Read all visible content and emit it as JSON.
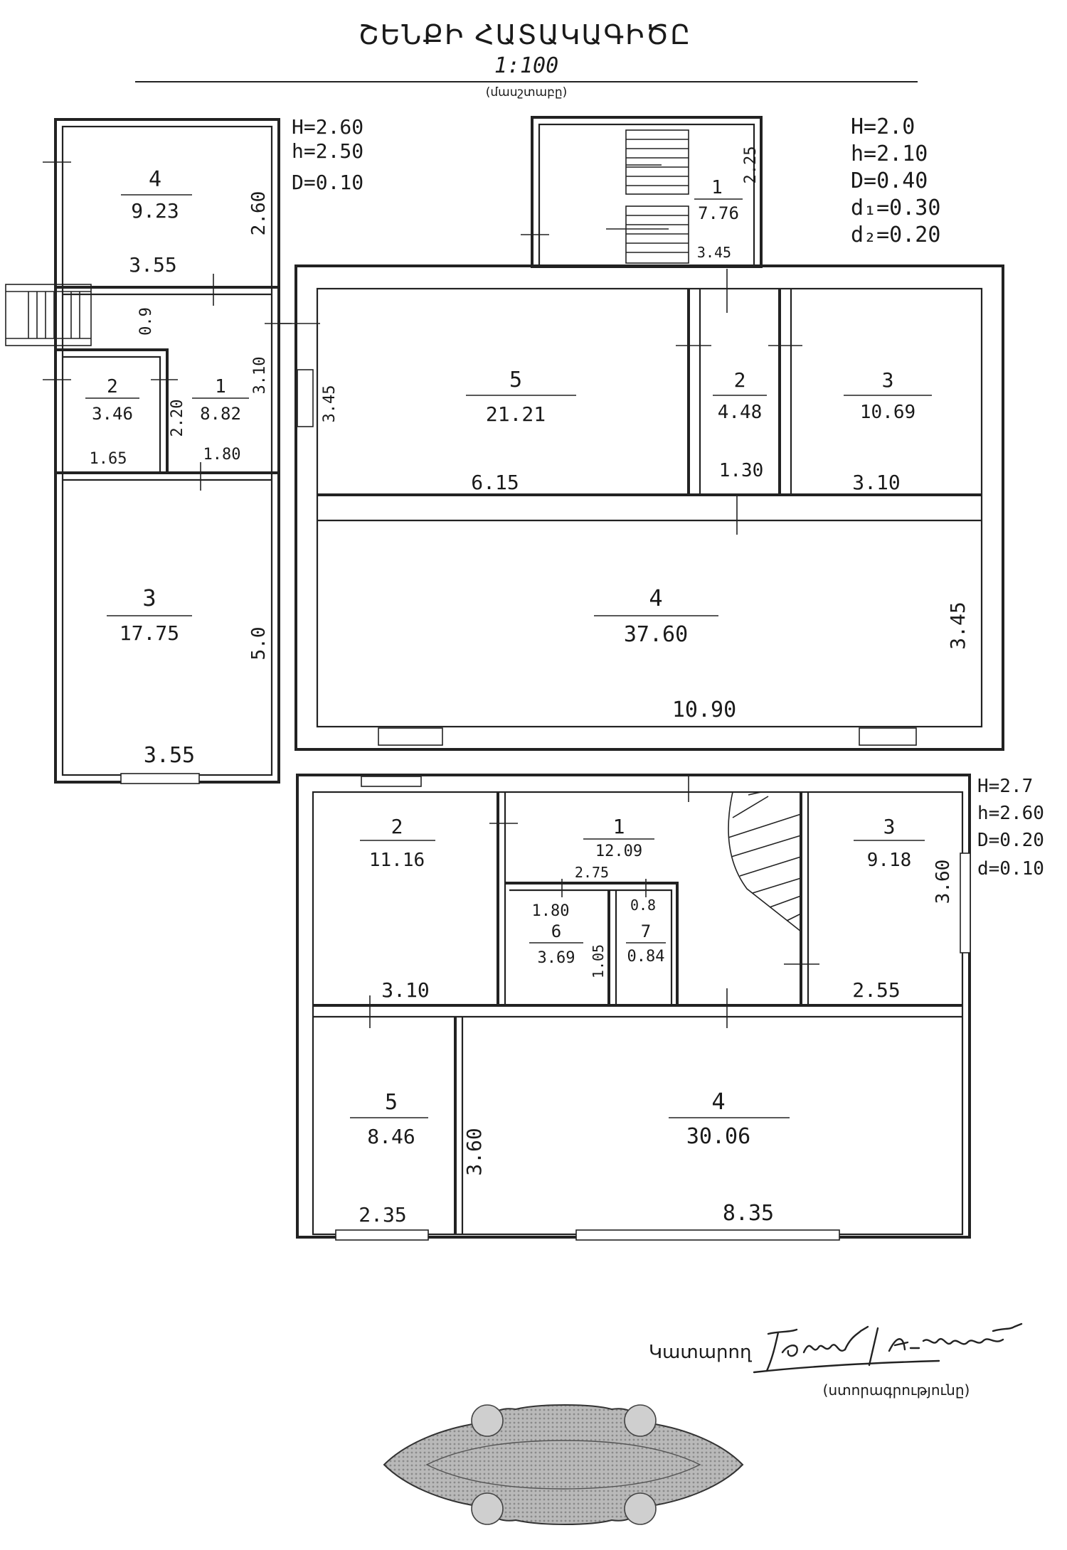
{
  "header": {
    "title": "ՇԵՆՔԻ ՀԱՏԱԿԱԳԻԾԸ",
    "scale": "1:100",
    "scale_caption": "(մասշտաբը)"
  },
  "block_a": {
    "heights": [
      "H=2.60",
      "h=2.50",
      "D=0.10"
    ],
    "rooms": [
      {
        "num": "4",
        "area": "9.23"
      },
      {
        "num": "2",
        "area": "3.46"
      },
      {
        "num": "1",
        "area": "8.82"
      },
      {
        "num": "3",
        "area": "17.75"
      }
    ],
    "dims": {
      "r4_height": "2.60",
      "r4_width": "3.55",
      "stair_gap": "0.9",
      "mid_height": "3.10",
      "r2_height": "2.20",
      "r2_width": "1.65",
      "r1_width": "1.80",
      "r3_height": "5.0",
      "r3_width": "3.55"
    }
  },
  "block_b": {
    "heights": [
      "H=2.0",
      "h=2.10",
      "D=0.40",
      "d₁=0.30",
      "d₂=0.20"
    ],
    "rooms": [
      {
        "num": "1",
        "area": "7.76"
      },
      {
        "num": "5",
        "area": "21.21"
      },
      {
        "num": "2",
        "area": "4.48"
      },
      {
        "num": "3",
        "area": "10.69"
      },
      {
        "num": "4",
        "area": "37.60"
      }
    ],
    "dims": {
      "stair_height": "2.25",
      "stair_width": "3.45",
      "r5_width": "6.15",
      "r5_height": "3.45",
      "r2_width": "1.30",
      "r3_width": "3.10",
      "r4_width": "10.90",
      "r4_height": "3.45"
    }
  },
  "block_c": {
    "heights": [
      "H=2.7",
      "h=2.60",
      "D=0.20",
      "d=0.10"
    ],
    "rooms": [
      {
        "num": "2",
        "area": "11.16"
      },
      {
        "num": "1",
        "area": "12.09"
      },
      {
        "num": "3",
        "area": "9.18"
      },
      {
        "num": "6",
        "area": "3.69"
      },
      {
        "num": "7",
        "area": "0.84"
      },
      {
        "num": "5",
        "area": "8.46"
      },
      {
        "num": "4",
        "area": "30.06"
      }
    ],
    "dims": {
      "r2_width": "3.10",
      "r1_width": "2.75",
      "r6_width": "1.80",
      "r6_height": "1.05",
      "r7_width": "0.8",
      "r3_height": "3.60",
      "r3_width": "2.55",
      "r5_width": "2.35",
      "r4_height": "3.60",
      "r4_width": "8.35"
    }
  },
  "footer": {
    "performer_label": "Կատարող",
    "signature_caption": "(ստորագրությունը)"
  }
}
